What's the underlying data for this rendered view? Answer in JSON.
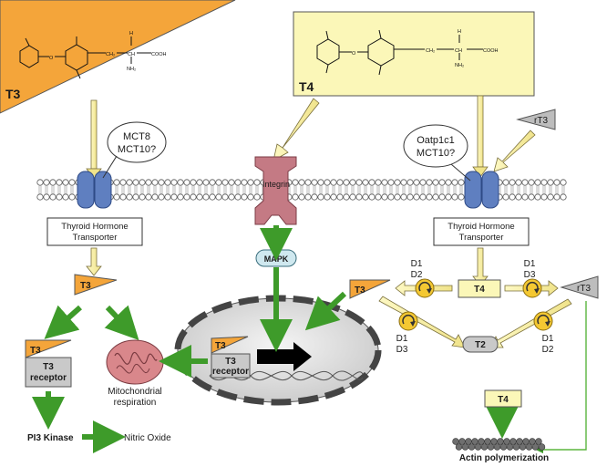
{
  "hormones": {
    "t3": "T3",
    "t4": "T4",
    "rt3": "rT3",
    "t2": "T2"
  },
  "structure": {
    "o": "O",
    "ch2": "CH₂",
    "ch": "CH",
    "cooh": "COOH",
    "nh2": "NH₂",
    "h": "H"
  },
  "transporters": {
    "left_ids": [
      "MCT8",
      "MCT10?"
    ],
    "right_ids": [
      "Oatp1c1",
      "MCT10?"
    ],
    "caption": [
      "Thyroid Hormone",
      "Transporter"
    ]
  },
  "integrin": "Integrin",
  "mapk": "MAPK",
  "receptor": {
    "t3": "T3",
    "word": "receptor"
  },
  "mito": [
    "Mitochondrial",
    "respiration"
  ],
  "pi3k": "PI3 Kinase",
  "nitric_oxide": "Nitric Oxide",
  "actin": "Actin polymerization",
  "deiodinases": {
    "d1": "D1",
    "d2": "D2",
    "d3": "D3"
  },
  "colors": {
    "t3_orange": "#f4a53a",
    "t4_yellow": "#fbf7b8",
    "arrow_green": "#3e9b2a",
    "membrane_blue": "#5f7fc0",
    "integrin_pink": "#c47a84",
    "mito_pink": "#d9878b",
    "deiodinase_yellow": "#f4c832"
  }
}
